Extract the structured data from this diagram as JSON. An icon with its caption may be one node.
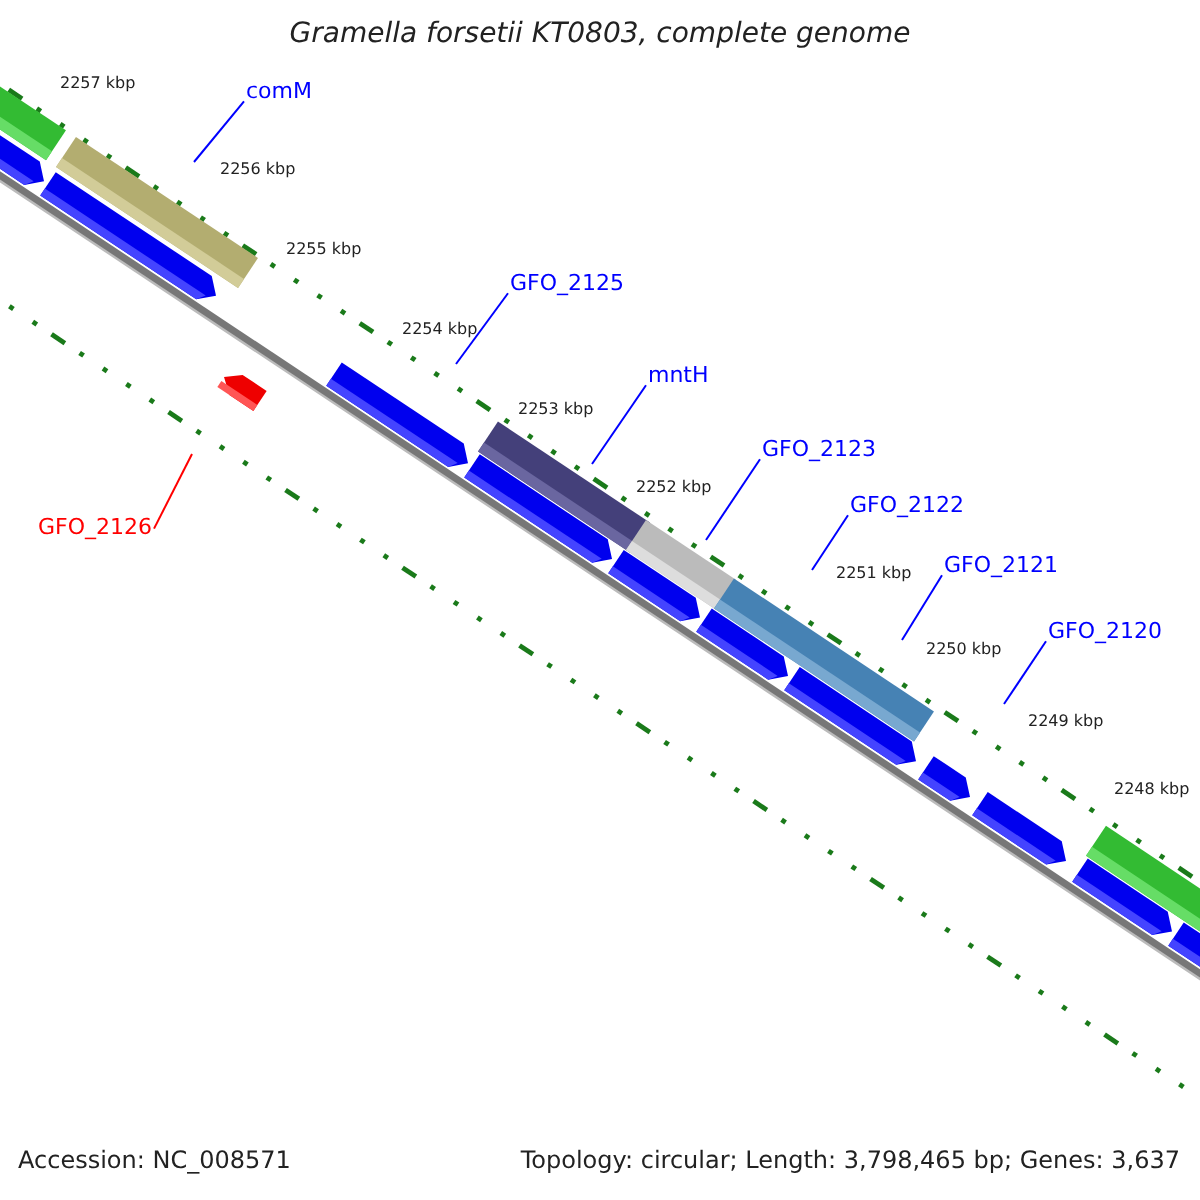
{
  "diagram": {
    "title": "Gramella forsetii KT0803, complete genome",
    "nodes": [
      {
        "text": [
          "comM"
        ]
      },
      {
        "text": [
          "GFO_2125"
        ]
      },
      {
        "text": [
          "mntH"
        ]
      },
      {
        "text": [
          "GFO_2123"
        ]
      },
      {
        "text": [
          "GFO_2122"
        ]
      },
      {
        "text": [
          "GFO_2121"
        ]
      },
      {
        "text": [
          "GFO_2120"
        ]
      },
      {
        "text": [
          "GFO_2126"
        ]
      }
    ],
    "edges": [
      {
        "from": 0,
        "to": null,
        "arrow": "none"
      },
      {
        "from": 1,
        "to": null,
        "arrow": "none"
      },
      {
        "from": 2,
        "to": null,
        "arrow": "none"
      },
      {
        "from": 3,
        "to": null,
        "arrow": "none"
      },
      {
        "from": 4,
        "to": null,
        "arrow": "none"
      },
      {
        "from": 5,
        "to": null,
        "arrow": "none"
      },
      {
        "from": 6,
        "to": null,
        "arrow": "none"
      },
      {
        "from": 7,
        "to": null,
        "arrow": "none",
        "color": "#ff0000"
      }
    ],
    "labels": [
      "2257 kbp",
      "2256 kbp",
      "2255 kbp",
      "2254 kbp",
      "2253 kbp",
      "2252 kbp",
      "2251 kbp",
      "2250 kbp",
      "2249 kbp",
      "2248 kbp",
      "Accession: NC_008571",
      "Topology: circular; Length: 3,798,465 bp; Genes: 3,637"
    ]
  }
}
